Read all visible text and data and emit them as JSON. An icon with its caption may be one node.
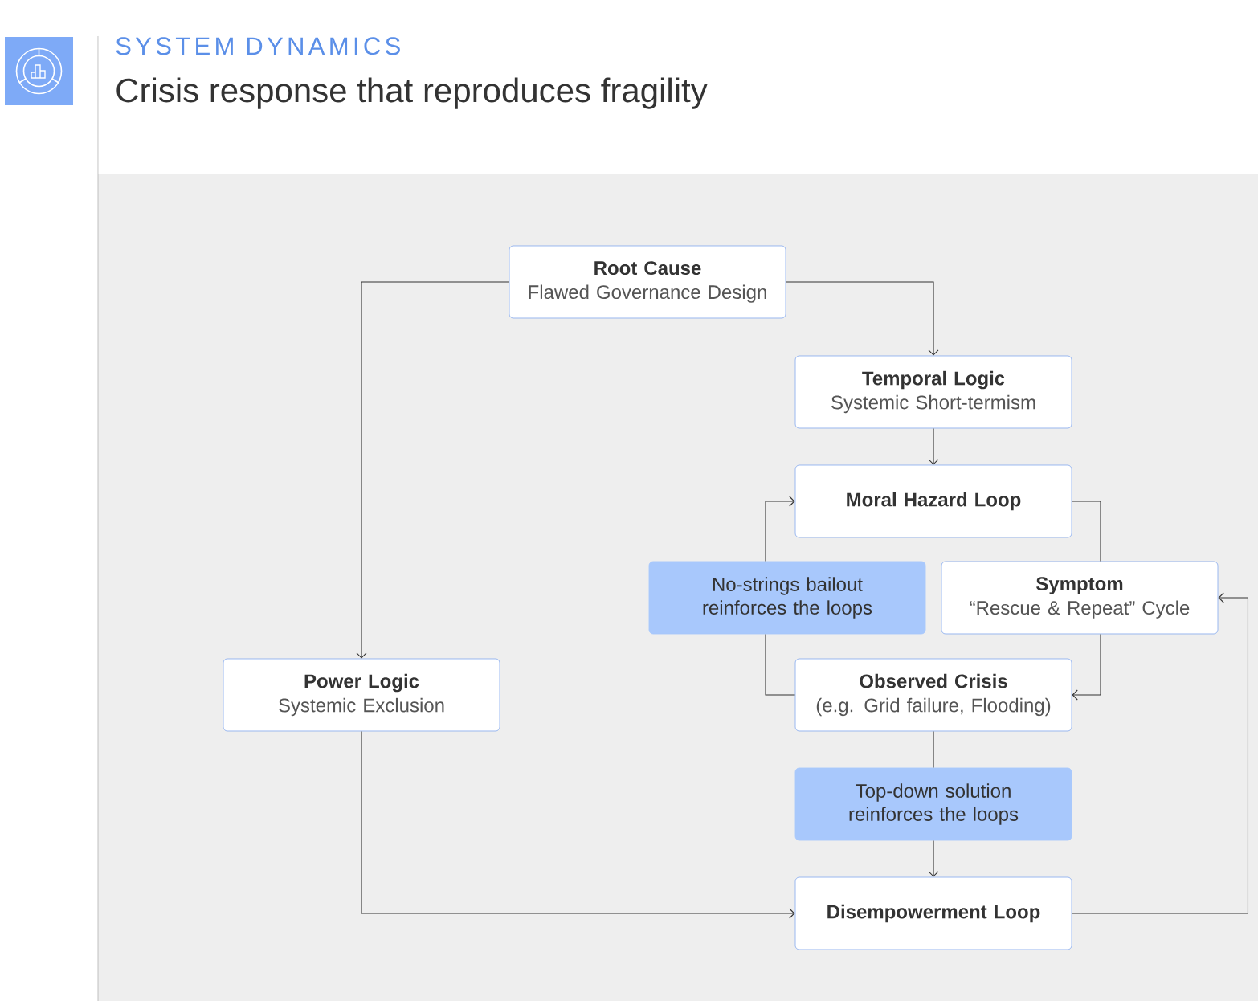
{
  "diagram": {
    "title": "Crisis response that reproduces fragility",
    "labels": [
      "SYSTEM DYNAMICS"
    ],
    "nodes": [
      {
        "text": [
          "Root Cause",
          "Flawed Governance Design"
        ]
      },
      {
        "text": [
          "Temporal Logic",
          "Systemic Short-termism"
        ]
      },
      {
        "text": [
          "Moral Hazard Loop"
        ]
      },
      {
        "text": [
          "No-strings bailout reinforces the loops"
        ]
      },
      {
        "text": [
          "Symptom",
          "“Rescue & Repeat” Cycle"
        ]
      },
      {
        "text": [
          "Power Logic",
          "Systemic Exclusion"
        ]
      },
      {
        "text": [
          "Observed Crisis",
          "(e.g. Grid failure, Flooding)"
        ]
      },
      {
        "text": [
          "Top-down solution reinforces the loops"
        ]
      },
      {
        "text": [
          "Disempowerment Loop"
        ]
      }
    ],
    "edges": [
      {
        "from": 0,
        "to": 5,
        "arrow": "to"
      },
      {
        "from": 0,
        "to": 1,
        "arrow": "to"
      },
      {
        "from": 1,
        "to": 2,
        "arrow": "to"
      },
      {
        "from": 2,
        "to": 4,
        "arrow": "none"
      },
      {
        "from": 4,
        "to": 6,
        "arrow": "to"
      },
      {
        "from": 6,
        "to": 3,
        "arrow": "none"
      },
      {
        "from": 3,
        "to": 2,
        "arrow": "to"
      },
      {
        "from": 6,
        "to": 7,
        "arrow": "none"
      },
      {
        "from": 7,
        "to": 8,
        "arrow": "to"
      },
      {
        "from": 5,
        "to": 8,
        "arrow": "to"
      },
      {
        "from": 8,
        "to": 4,
        "arrow": "to"
      }
    ]
  }
}
